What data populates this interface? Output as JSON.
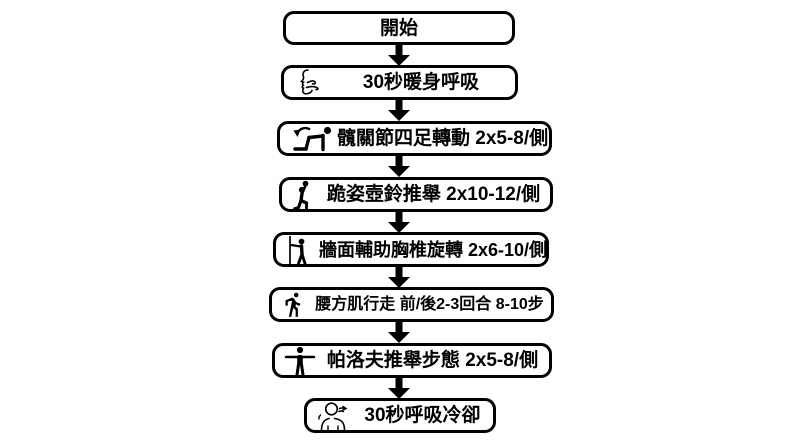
{
  "page": {
    "background": "#ffffff"
  },
  "flowchart": {
    "type": "vertical-flowchart",
    "nodes": [
      {
        "label": "開始",
        "icon": ""
      },
      {
        "label": "30秒暖身呼吸",
        "icon": "breathing-face-icon"
      },
      {
        "label": "髖關節四足轉動 2x5-8/側",
        "icon": "quadruped-rotation-icon"
      },
      {
        "label": "跪姿壺鈴推舉 2x10-12/側",
        "icon": "kneeling-kettlebell-press-icon"
      },
      {
        "label": "牆面輔助胸椎旋轉 2x6-10/側",
        "icon": "wall-thoracic-rotation-icon"
      },
      {
        "label": "腰方肌行走 前/後2-3回合 8-10步",
        "icon": "walking-person-icon"
      },
      {
        "label": "帕洛夫推舉步態 2x5-8/側",
        "icon": "pallof-press-icon"
      },
      {
        "label": "30秒呼吸冷卻",
        "icon": "cooldown-breathing-icon"
      }
    ],
    "connector": "down-arrow",
    "colors": {
      "box_border": "#000000",
      "box_fill": "#ffffff",
      "text": "#000000",
      "arrow": "#000000",
      "background": "#ffffff"
    }
  }
}
